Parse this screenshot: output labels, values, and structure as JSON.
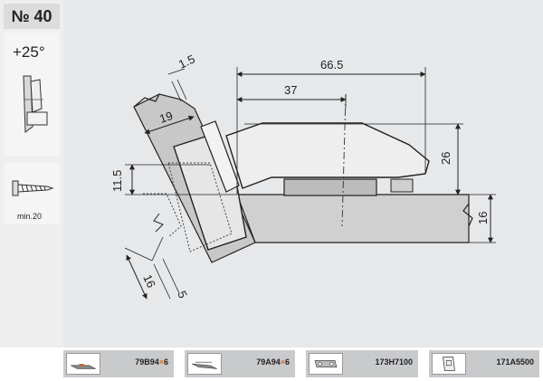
{
  "badge": {
    "number": "№ 40"
  },
  "angle": {
    "label": "+25°"
  },
  "screw": {
    "label": "min.20"
  },
  "dimensions": {
    "d_1_5": "1.5",
    "d_66_5": "66.5",
    "d_37": "37",
    "d_19": "19",
    "d_26": "26",
    "d_11_5": "11.5",
    "d_16_right": "16",
    "d_16_left": "16",
    "d_5": "5"
  },
  "accessories": [
    {
      "code_pre": "79B94",
      "code_mark": "×",
      "code_post": "6",
      "icon": "plate-icon"
    },
    {
      "code_pre": "79A94",
      "code_mark": "×",
      "code_post": "6",
      "icon": "plate-icon"
    },
    {
      "code": "173H7100",
      "icon": "mounting-plate-icon"
    },
    {
      "code": "171A5500",
      "icon": "cover-cap-icon"
    }
  ],
  "colors": {
    "panel": "#e7e8ea",
    "footer_item": "#c9cacc",
    "accent": "#e07020"
  }
}
